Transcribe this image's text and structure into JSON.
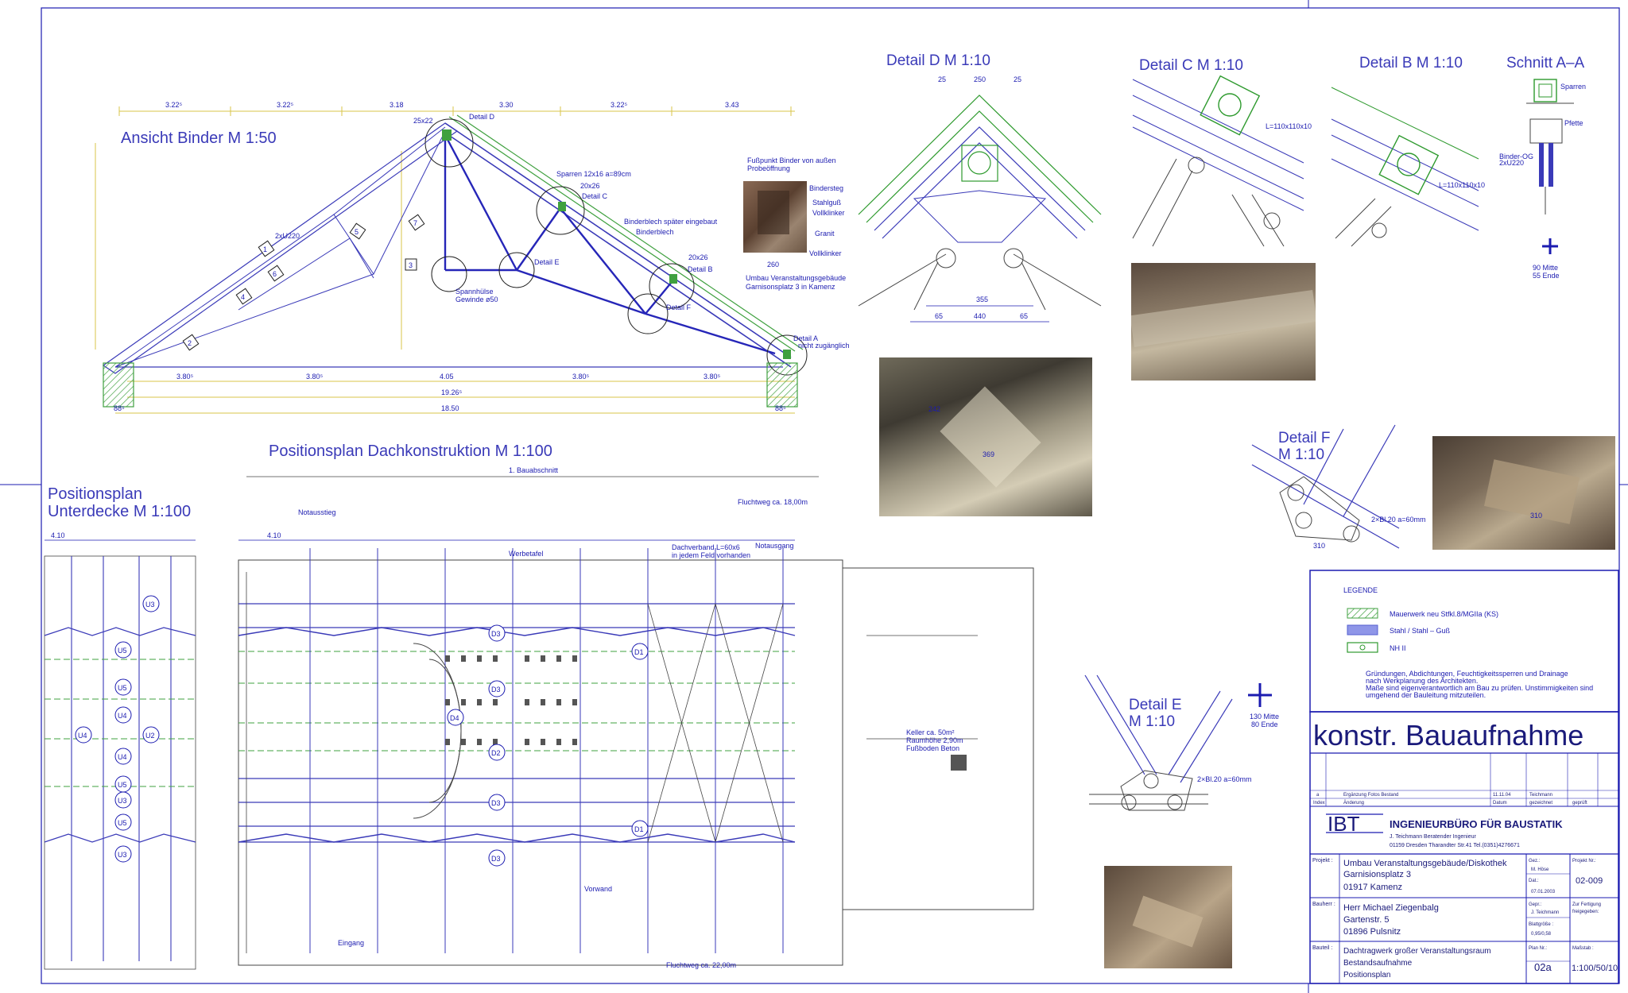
{
  "titles": {
    "ansicht_binder": "Ansicht Binder  M 1:50",
    "positionsplan_dach": "Positionsplan Dachkonstruktion M 1:100",
    "positionsplan_unter_1": "Positionsplan",
    "positionsplan_unter_2": "Unterdecke M 1:100",
    "detail_d": "Detail D  M 1:10",
    "detail_c": "Detail C  M 1:10",
    "detail_b": "Detail B  M 1:10",
    "schnitt_aa": "Schnitt A–A",
    "detail_f_1": "Detail F",
    "detail_f_2": "M 1:10",
    "detail_e_1": "Detail E",
    "detail_e_2": "M 1:10",
    "bauabschnitt": "1. Bauabschnitt",
    "fluchtweg_top": "Fluchtweg ca. 18,00m",
    "fluchtweg_bottom": "Fluchtweg ca. 22,00m"
  },
  "binder": {
    "top_dims": [
      "3.22⁵",
      "3.22⁵",
      "3.18",
      "3.30",
      "3.22⁵",
      "3.43"
    ],
    "bottom_dims": [
      "3.80⁵",
      "3.80⁵",
      "4.05",
      "3.80⁵",
      "3.80⁵"
    ],
    "total_1": "19.26⁵",
    "total_2": "18.50",
    "end_left": "88⁵",
    "end_right": "88⁵",
    "detail_d": "Detail D",
    "detail_c": "Detail C",
    "detail_e": "Detail E",
    "detail_b": "Detail B",
    "detail_f": "Detail F",
    "detail_a_1": "Detail A",
    "detail_a_2": "nicht zugänglich",
    "sparren": "Sparren 12x16 a=89cm",
    "binderblech_1": "Binderblech später eingebaut",
    "binderblech_2": "Binderblech",
    "spannhuelse_1": "Spannhülse",
    "spannhuelse_2": "Gewinde ø50",
    "profile_2x": "2xU220",
    "size_25x22": "25x22",
    "size_20x26_a": "20x26",
    "size_20x26_b": "20x26",
    "pos_labels": [
      "1",
      "2",
      "3",
      "4",
      "5",
      "6",
      "7"
    ]
  },
  "photo_note": {
    "title_1": "Fußpunkt Binder von außen",
    "title_2": "Probeöffnung",
    "labels": [
      "Bindersteg",
      "Stahlguß",
      "Vollklinker",
      "Granit",
      "Vollklinker"
    ],
    "dim": "260",
    "caption_1": "Umbau Veranstaltungsgebäude",
    "caption_2": "Garnisonsplatz 3 in Kamenz"
  },
  "plan_labels": {
    "notausstieg": "Notausstieg",
    "dachverband_1": "Dachverband L=60x6",
    "dachverband_2": "in jedem Feld vorhanden",
    "notausgang": "Notausgang",
    "werbetafel": "Werbetafel",
    "keller_1": "Keller ca. 50m²",
    "keller_2": "Raumhöhe 2,90m",
    "keller_3": "Fußboden Beton",
    "eingang": "Eingang",
    "vorwand": "Vorwand",
    "pos_u": [
      "U3",
      "U5",
      "U5",
      "U4",
      "U4",
      "U5",
      "U3",
      "U5",
      "U3",
      "U2",
      "U4"
    ],
    "pos_d": [
      "D3",
      "D3",
      "D2",
      "D3",
      "D3",
      "D4",
      "D1",
      "D1"
    ],
    "dim_410": "4.10"
  },
  "detail_dims": {
    "d_top": [
      "25",
      "250",
      "25"
    ],
    "d_bottom": [
      "355",
      "440",
      "65",
      "65"
    ],
    "schnitt_labels": [
      "Sparren",
      "Pfette",
      "Binder-OG",
      "2xU220",
      "90 Mitte",
      "55 Ende"
    ],
    "c_profile": "L=110x110x10",
    "b_profile": "L=110x110x10",
    "f_plate": "2×Bl.20 a=60mm",
    "e_plate": "2×Bl.20 a=60mm",
    "e_mitte": "130 Mitte",
    "e_ende": "80 Ende",
    "f_310": "310",
    "photo_dims": [
      "242",
      "369",
      "310"
    ]
  },
  "legend": {
    "title": "LEGENDE",
    "items": [
      {
        "label": "Mauerwerk neu Stfkl.8/MGIIa (KS)",
        "color": "#3fa03f"
      },
      {
        "label": "Stahl / Stahl – Guß",
        "color": "#5560d0"
      },
      {
        "label": "NH II",
        "color": "#2e9a2e"
      }
    ],
    "note_1": "Gründungen, Abdichtungen, Feuchtigkeitssperren und Drainage",
    "note_2": "nach Werkplanung des Architekten.",
    "note_3": "Maße sind eigenverantwortlich am Bau zu prüfen. Unstimmigkeiten sind",
    "note_4": "umgehend der Bauleitung mitzuteilen."
  },
  "title_block": {
    "big_title": "konstr. Bauaufnahme",
    "rev_index": "a",
    "rev_text": "Ergänzung Fotos Bestand",
    "rev_date": "11.11.04",
    "rev_by": "Teichmann",
    "col_index": "Index",
    "col_change": "Änderung",
    "col_date": "Datum",
    "col_drawn": "gezeichnet",
    "col_checked": "geprüft",
    "logo": "IBT",
    "company": "INGENIEURBÜRO FÜR BAUSTATIK",
    "company_line2": "J. Teichmann  Beratender Ingenieur",
    "company_line3": "01159 Dresden Tharandter Str.41  Tel.(0351)4276671",
    "projekt_label": "Projekt :",
    "projekt_1": "Umbau Veranstaltungsgebäude/Diskothek",
    "projekt_2": "Garnisionsplatz 3",
    "projekt_3": "01917 Kamenz",
    "gez_label": "Gez.:",
    "gez_value": "M. Höse",
    "dat_label": "Dat.:",
    "dat_value": "07.01.2003",
    "projekt_nr_label": "Projekt Nr.:",
    "projekt_nr": "02-009",
    "bauherr_label": "Bauherr :",
    "bauherr_1": "Herr Michael Ziegenbalg",
    "bauherr_2": "Gartenstr. 5",
    "bauherr_3": "01896 Pulsnitz",
    "gepr_label": "Gepr.:",
    "gepr_value": "J. Teichmann",
    "blattgroesse_label": "Blattgröße :",
    "blattgroesse_value": "0,95/0,58",
    "fertigung_1": "Zur Fertigung",
    "fertigung_2": "freigegeben:",
    "bauteil_label": "Bauteil :",
    "bauteil_1": "Dachtragwerk großer Veranstaltungsraum",
    "bauteil_2": "Bestandsaufnahme",
    "bauteil_3": "Positionsplan",
    "plan_nr_label": "Plan Nr.:",
    "plan_nr": "02a",
    "massstab_label": "Maßstab :",
    "massstab": "1:100/50/10"
  }
}
